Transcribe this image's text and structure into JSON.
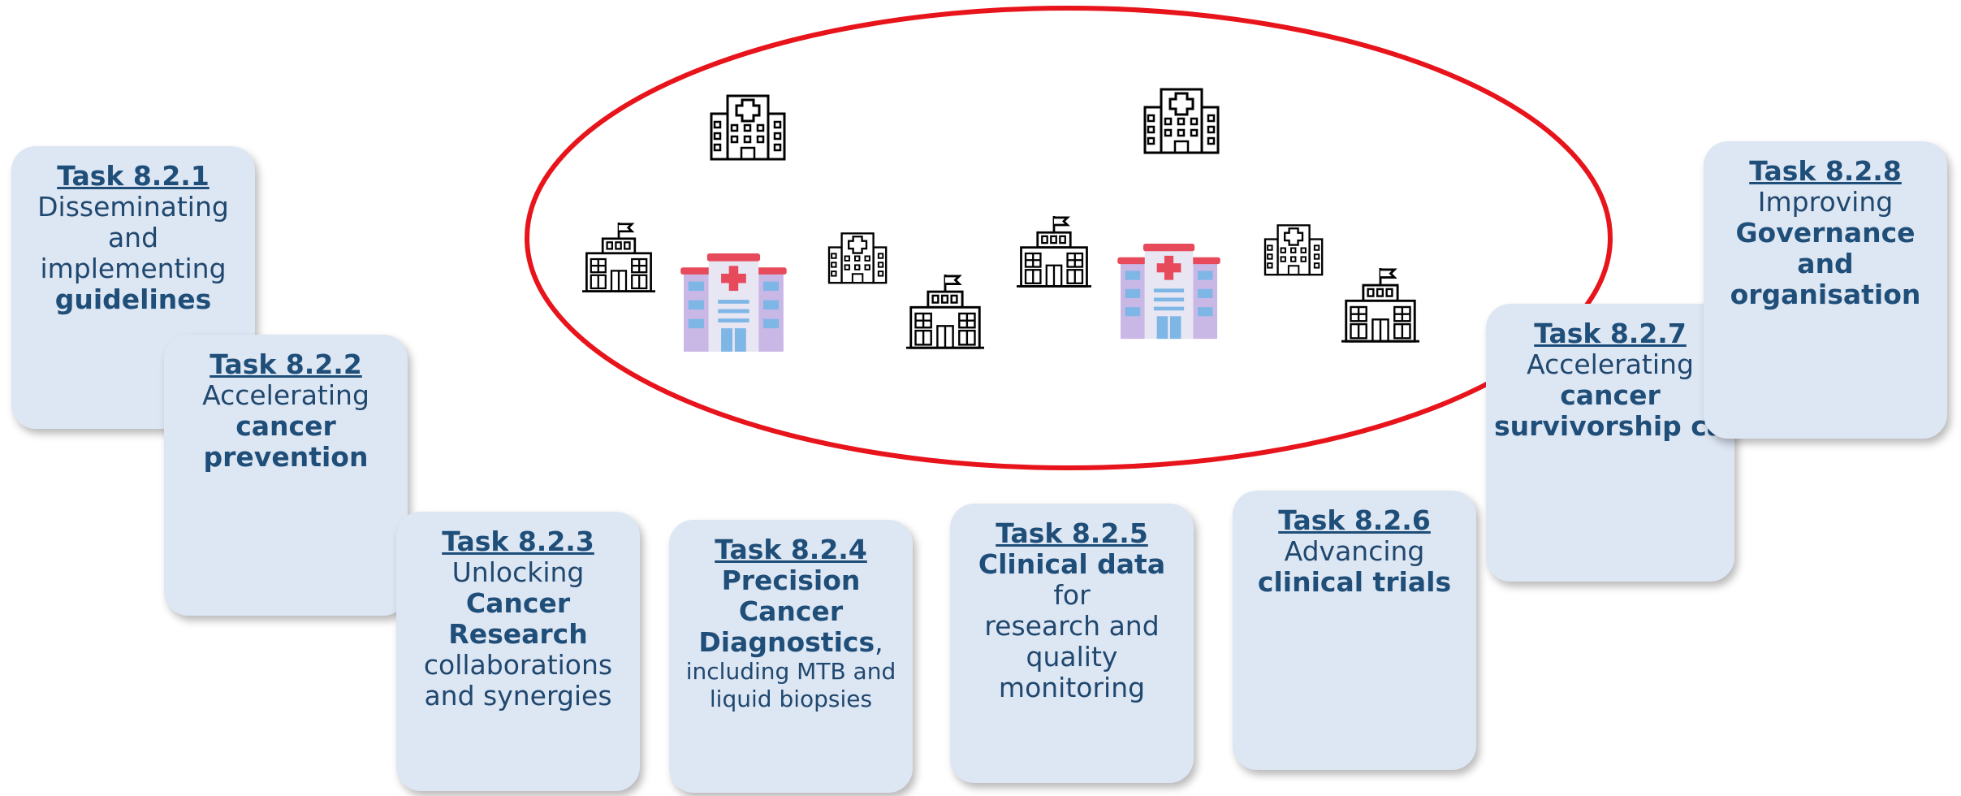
{
  "tasks": [
    {
      "id": "Task 8.2.1",
      "lines": [
        {
          "plain": "Disseminating"
        },
        {
          "plain": "and"
        },
        {
          "plain": "implementing"
        },
        {
          "bold": "guidelines"
        }
      ]
    },
    {
      "id": "Task 8.2.2",
      "lines": [
        {
          "plain": "Accelerating"
        },
        {
          "bold": "cancer"
        },
        {
          "bold": "prevention"
        }
      ]
    },
    {
      "id": "Task 8.2.3",
      "lines": [
        {
          "plain": "Unlocking"
        },
        {
          "bold": "Cancer Research"
        },
        {
          "plain": "collaborations"
        },
        {
          "plain": "and synergies"
        }
      ]
    },
    {
      "id": "Task 8.2.4",
      "lines": [
        {
          "bold": "Precision Cancer"
        },
        {
          "bold": "Diagnostics",
          "plain": ","
        },
        {
          "small": "including MTB and"
        },
        {
          "small": "liquid biopsies"
        }
      ]
    },
    {
      "id": "Task 8.2.5",
      "lines": [
        {
          "bold": "Clinical data",
          "plain": " for"
        },
        {
          "plain": "research and"
        },
        {
          "plain": "quality"
        },
        {
          "plain": "monitoring"
        }
      ]
    },
    {
      "id": "Task 8.2.6",
      "lines": [
        {
          "plain": "Advancing"
        },
        {
          "bold": "clinical trials"
        }
      ]
    },
    {
      "id": "Task 8.2.7",
      "lines": [
        {
          "plain": "Accelerating"
        },
        {
          "bold": "cancer"
        },
        {
          "bold": "survivorship care"
        }
      ]
    },
    {
      "id": "Task 8.2.8",
      "lines": [
        {
          "plain": "Improving"
        },
        {
          "bold": "Governance and"
        },
        {
          "bold": "organisation"
        }
      ]
    }
  ],
  "colors": {
    "ellipse": "#e8141b",
    "card_bg": "#dde6f3",
    "card_text": "#1f4e79"
  },
  "icons": [
    "hospital-outline-icon",
    "hospital-flag-outline-icon",
    "hospital-color-icon"
  ]
}
